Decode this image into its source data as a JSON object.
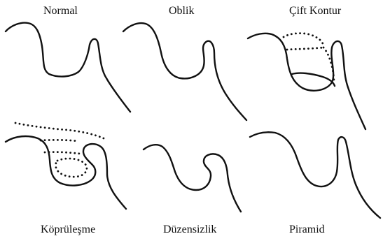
{
  "panels": [
    {
      "id": "normal",
      "label": "Normal"
    },
    {
      "id": "oblik",
      "label": "Oblik"
    },
    {
      "id": "cift-kontur",
      "label": "Çift Kontur"
    },
    {
      "id": "koprulesme",
      "label": "Köprüleşme"
    },
    {
      "id": "duzensizlik",
      "label": "Düzensizlik"
    },
    {
      "id": "piramid",
      "label": "Piramid"
    }
  ]
}
